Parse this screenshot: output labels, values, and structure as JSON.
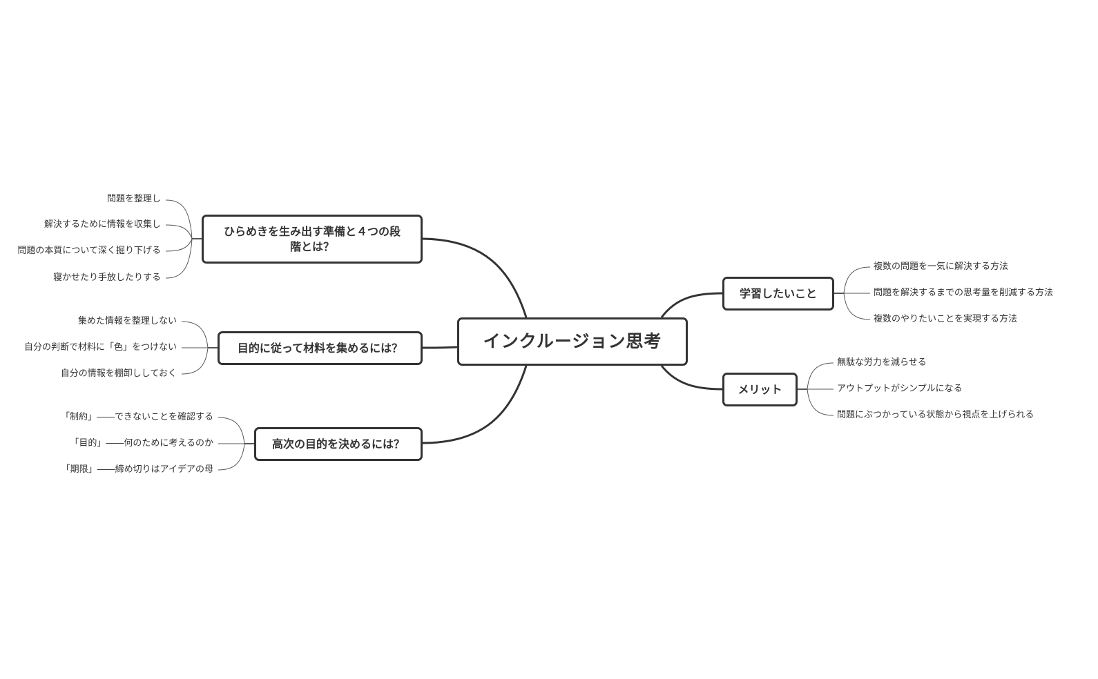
{
  "mindmap": {
    "central": "インクルージョン思考",
    "branches": [
      {
        "id": "b1",
        "label": "ひらめきを生み出す準備と４つの段階とは？",
        "label_lines": [
          "ひらめきを生み出す準備と４つの段",
          "階とは？"
        ],
        "side": "left",
        "leaves": [
          "問題を整理し",
          "解決するために情報を収集し",
          "問題の本質について深く掘り下げる",
          "寝かせたり手放したりする"
        ]
      },
      {
        "id": "b2",
        "label": "目的に従って材料を集めるには？",
        "side": "left",
        "leaves": [
          "集めた情報を整理しない",
          "自分の判断で材料に「色」をつけない",
          "自分の情報を棚卸ししておく"
        ]
      },
      {
        "id": "b3",
        "label": "高次の目的を決めるには？",
        "side": "left",
        "leaves": [
          "「制約」――できないことを確認する",
          "「目的」――何のために考えるのか",
          "「期限」――締め切りはアイデアの母"
        ]
      },
      {
        "id": "b4",
        "label": "学習したいこと",
        "side": "right",
        "leaves": [
          "複数の問題を一気に解決する方法",
          "問題を解決するまでの思考量を削減する方法",
          "複数のやりたいことを実現する方法"
        ]
      },
      {
        "id": "b5",
        "label": "メリット",
        "side": "right",
        "leaves": [
          "無駄な労力を減らせる",
          "アウトプットがシンプルになる",
          "問題にぶつかっている状態から視点を上げられる"
        ]
      }
    ]
  },
  "colors": {
    "line": "#333333",
    "leaf_line": "#555555",
    "text": "#333333",
    "background": "#ffffff"
  }
}
